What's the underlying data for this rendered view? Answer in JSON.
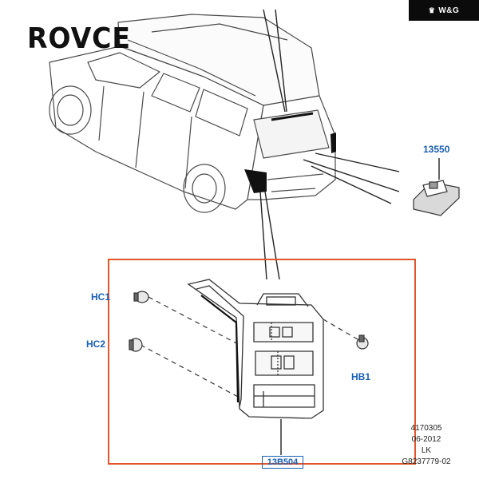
{
  "brand": {
    "logo_text": "ROVCE"
  },
  "badge": {
    "text": "W&G"
  },
  "callouts": {
    "part_13550": "13550",
    "hc1": "HC1",
    "hc2": "HC2",
    "hb1": "HB1",
    "main_part": "13B504"
  },
  "document_info": {
    "line1": "4170305",
    "line2": "06-2012",
    "line3": "LK",
    "line4": "G8237779-02"
  },
  "colors": {
    "highlight_box": "#e2552b",
    "callout_text": "#1a5fb4",
    "line_art": "#4a4a4a"
  }
}
